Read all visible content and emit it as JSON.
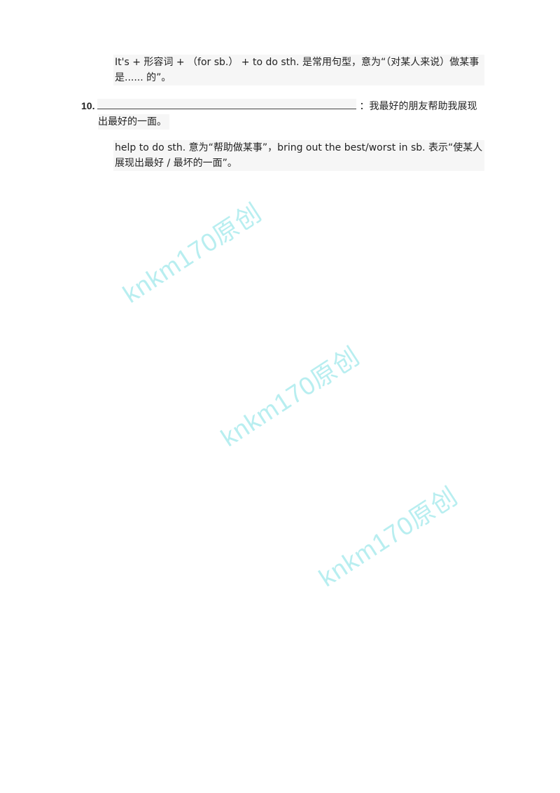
{
  "notes": {
    "note1": "It's + 形容词 + （for sb.） + to do sth. 是常用句型，意为“（对某人来说）做某事是...... 的”。",
    "note3": "help to do sth. 意为“帮助做某事”，bring out the best/worst in sb. 表示“使某人展现出最好 / 最坏的一面”。"
  },
  "question": {
    "number": "10.",
    "text_line1": "：我最好的朋友帮助我展现",
    "text_line2": "出最好的一面。"
  },
  "watermarks": [
    "knkm170原创",
    "knkm170原创",
    "knkm170原创"
  ]
}
